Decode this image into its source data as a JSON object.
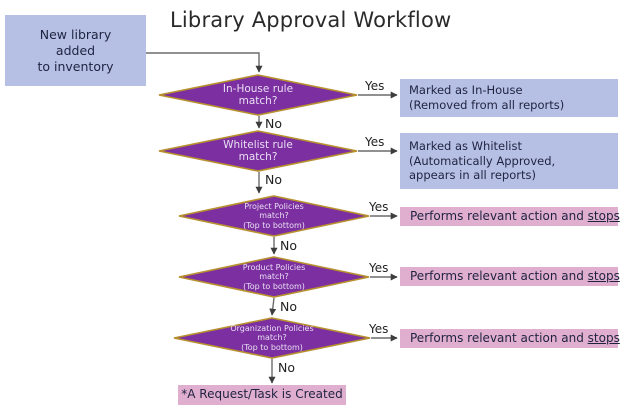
{
  "diagram": {
    "title": "Library Approval Workflow",
    "colors": {
      "box_blue": "#b6c0e4",
      "box_pink": "#e0afd0",
      "diamond_fill": "#7b2fa0",
      "diamond_border": "#b8912e",
      "diamond_text": "#e9dff3",
      "connector": "#595959",
      "title_text": "#2a2a2a"
    },
    "start": {
      "lines": [
        "New library",
        "added",
        "to inventory"
      ]
    },
    "decisions": [
      {
        "id": "in-house",
        "lines": [
          "In-House rule",
          "match?"
        ],
        "yes_label": "Yes",
        "no_label": "No"
      },
      {
        "id": "whitelist",
        "lines": [
          "Whitelist rule",
          "match?"
        ],
        "yes_label": "Yes",
        "no_label": "No"
      },
      {
        "id": "project-policies",
        "lines": [
          "Project Policies",
          "match?",
          "(Top to bottom)"
        ],
        "yes_label": "Yes",
        "no_label": "No"
      },
      {
        "id": "product-policies",
        "lines": [
          "Product Policies",
          "match?",
          "(Top to bottom)"
        ],
        "yes_label": "Yes",
        "no_label": "No"
      },
      {
        "id": "organization-policies",
        "lines": [
          "Organization Policies",
          "match?",
          "(Top to bottom)"
        ],
        "yes_label": "Yes",
        "no_label": "No"
      }
    ],
    "outcomes": {
      "in_house": {
        "lines": [
          "Marked as In-House",
          "(Removed from all reports)"
        ]
      },
      "whitelist": {
        "lines": [
          "Marked as Whitelist",
          "(Automatically Approved,",
          "appears in all reports)"
        ]
      },
      "project": {
        "prefix": "Performs relevant action and ",
        "emphasis": "stops"
      },
      "product": {
        "prefix": "Performs relevant action and ",
        "emphasis": "stops"
      },
      "organization": {
        "prefix": "Performs relevant action and ",
        "emphasis": "stops"
      }
    },
    "final": {
      "text": "*A Request/Task is Created"
    }
  }
}
